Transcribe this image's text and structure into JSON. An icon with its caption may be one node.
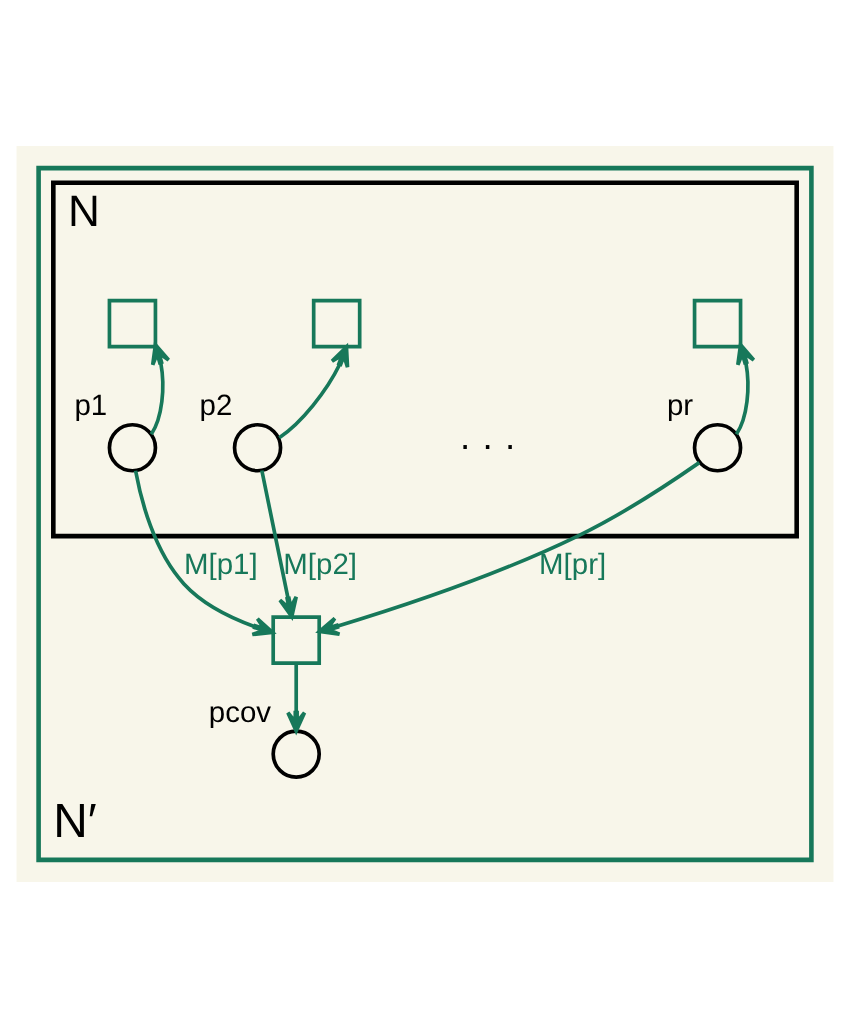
{
  "diagram": {
    "nodes": [
      {
        "text": [
          "N′"
        ]
      },
      {
        "text": [
          "N"
        ],
        "in": 0
      },
      {
        "text": [],
        "shape": "box",
        "in": 1
      },
      {
        "text": [],
        "shape": "box",
        "in": 1
      },
      {
        "text": [],
        "shape": "box",
        "in": 1
      },
      {
        "text": [],
        "shape": "circle",
        "in": 1,
        "beside": [
          "p1"
        ]
      },
      {
        "text": [],
        "shape": "circle",
        "in": 1,
        "beside": [
          "p2"
        ]
      },
      {
        "text": [],
        "shape": "circle",
        "in": 1,
        "beside": [
          "pr"
        ]
      },
      {
        "text": [],
        "shape": "box",
        "in": 0
      },
      {
        "text": [],
        "shape": "circle",
        "in": 0,
        "beside": [
          "pcov"
        ]
      }
    ],
    "edges": [
      {
        "from": 5,
        "to": 2,
        "arrow": "to"
      },
      {
        "from": 6,
        "to": 3,
        "arrow": "to"
      },
      {
        "from": 7,
        "to": 4,
        "arrow": "to"
      },
      {
        "from": 5,
        "to": 8,
        "arrow": "to",
        "label": "M[p1]"
      },
      {
        "from": 6,
        "to": 8,
        "arrow": "to",
        "label": "M[p2]"
      },
      {
        "from": 7,
        "to": 8,
        "arrow": "to",
        "label": "M[pr]"
      },
      {
        "from": 8,
        "to": 9,
        "arrow": "to"
      }
    ],
    "labels": [
      "· · ·"
    ]
  }
}
